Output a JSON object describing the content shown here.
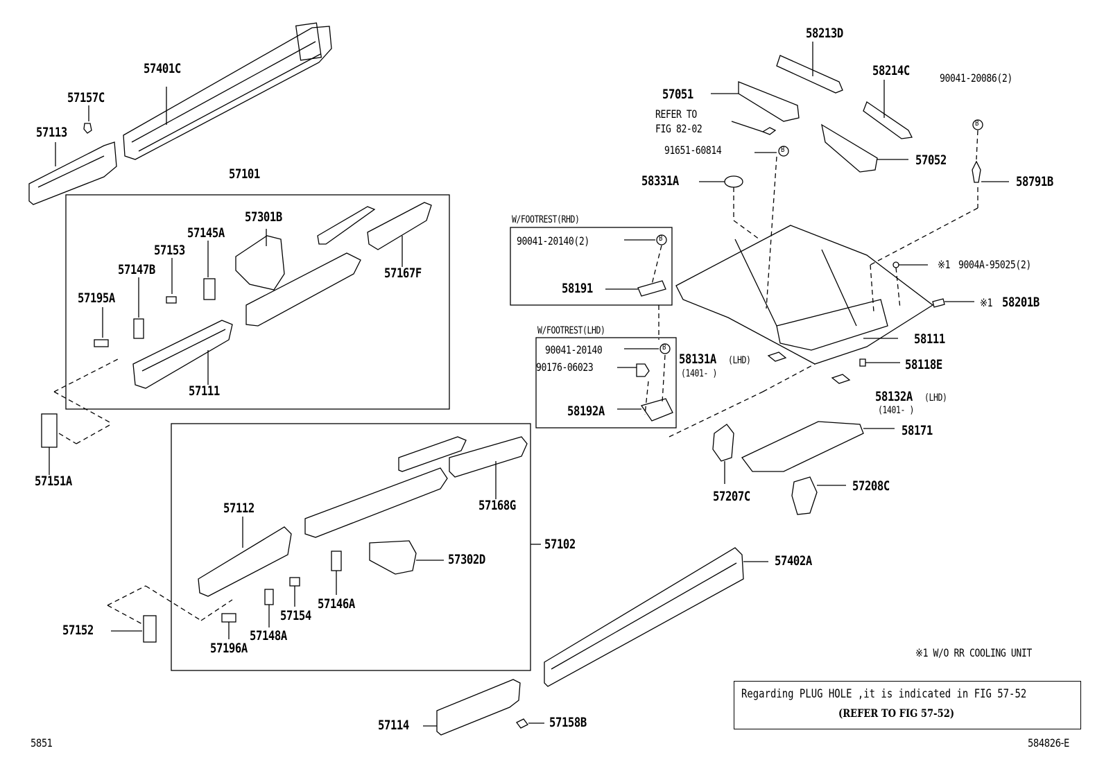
{
  "parts": {
    "p57401C": "57401C",
    "p57157C": "57157C",
    "p57113": "57113",
    "p57101": "57101",
    "p57301B": "57301B",
    "p57145A": "57145A",
    "p57153": "57153",
    "p57147B": "57147B",
    "p57195A": "57195A",
    "p57167F": "57167F",
    "p57111": "57111",
    "p57151A": "57151A",
    "p57112": "57112",
    "p57168G": "57168G",
    "p57102": "57102",
    "p57302D": "57302D",
    "p57146A": "57146A",
    "p57154": "57154",
    "p57148A": "57148A",
    "p57196A": "57196A",
    "p57152": "57152",
    "p57114": "57114",
    "p57158B": "57158B",
    "p57402A": "57402A",
    "p58213D": "58213D",
    "p58214C": "58214C",
    "p57051": "57051",
    "p57052": "57052",
    "p90041_20086": "90041-20086(2)",
    "p91651_60814": "91651-60814",
    "p58331A": "58331A",
    "p58791B": "58791B",
    "p90041_20140_2": "90041-20140(2)",
    "p58191": "58191",
    "p9004A_95025": "9004A-95025(2)",
    "p58201B": "58201B",
    "p58111": "58111",
    "p90041_20140": "90041-20140",
    "p90176_06023": "90176-06023",
    "p58192A": "58192A",
    "p58131A": "58131A",
    "p58118E": "58118E",
    "p58132A": "58132A",
    "p58171": "58171",
    "p57207C": "57207C",
    "p57208C": "57208C"
  },
  "annotations": {
    "refer_to": "REFER TO",
    "fig_82_02": "FIG 82-02",
    "footrest_rhd": "W/FOOTREST(RHD)",
    "footrest_lhd": "W/FOOTREST(LHD)",
    "lhd": "(LHD)",
    "lhd_range_a": "(1401-     )",
    "lhd_range_b": "(1401-     )",
    "mark1_a": "※1",
    "mark1_b": "※1",
    "bolt_b": "B",
    "cooling_note": "※1  W/O RR COOLING UNIT",
    "plug_hole_note": "Regarding PLUG HOLE ,it is indicated in FIG 57-52",
    "refer_fig_57_52": "(REFER TO FIG 57-52)",
    "page_code": "5851",
    "figure_code": "584826-E"
  }
}
